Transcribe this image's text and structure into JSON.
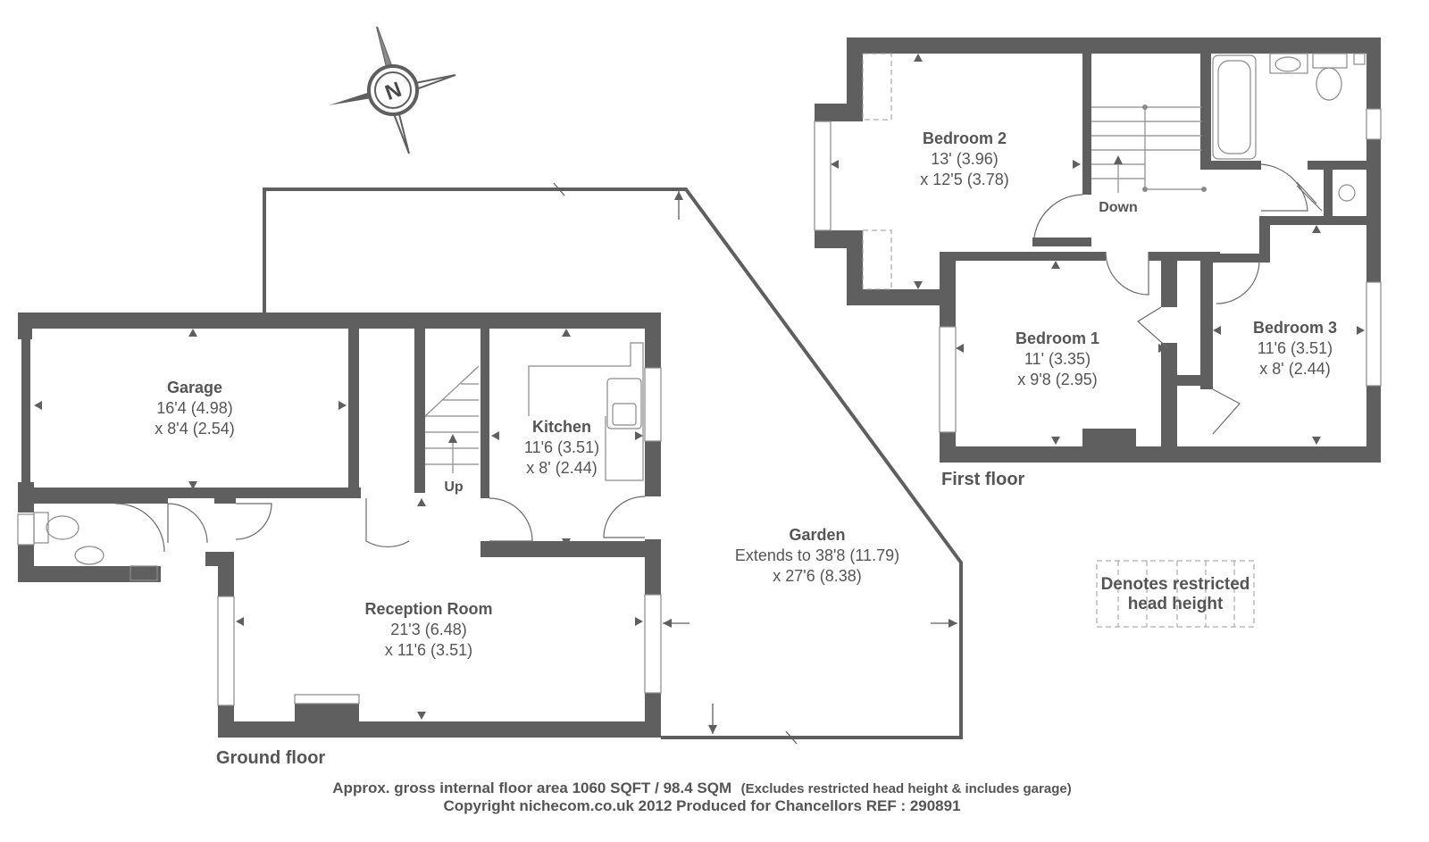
{
  "rooms": {
    "garage": {
      "name": "Garage",
      "dim1": "16'4 (4.98)",
      "dim2": "x 8'4 (2.54)"
    },
    "kitchen": {
      "name": "Kitchen",
      "dim1": "11'6 (3.51)",
      "dim2": "x 8' (2.44)"
    },
    "reception": {
      "name": "Reception Room",
      "dim1": "21'3 (6.48)",
      "dim2": "x 11'6 (3.51)"
    },
    "garden": {
      "name": "Garden",
      "dim1": "Extends to 38'8 (11.79)",
      "dim2": "x 27'6 (8.38)"
    },
    "bedroom2": {
      "name": "Bedroom 2",
      "dim1": "13' (3.96)",
      "dim2": "x 12'5 (3.78)"
    },
    "bedroom1": {
      "name": "Bedroom 1",
      "dim1": "11' (3.35)",
      "dim2": "x 9'8 (2.95)"
    },
    "bedroom3": {
      "name": "Bedroom 3",
      "dim1": "11'6 (3.51)",
      "dim2": "x 8' (2.44)"
    }
  },
  "stairs": {
    "up": "Up",
    "down": "Down"
  },
  "floors": {
    "ground": "Ground floor",
    "first": "First floor"
  },
  "compass": {
    "letter": "N"
  },
  "legend": {
    "line1": "Denotes restricted",
    "line2": "head height"
  },
  "footer": {
    "area": "Approx. gross internal floor area 1060 SQFT / 98.4 SQM",
    "area_note": "(Excludes restricted head height & includes garage)",
    "copyright": "Copyright nichecom.co.uk 2012 Produced for Chancellors REF : 290891"
  },
  "colors": {
    "wall": "#5f5f5f",
    "text": "#555555",
    "background": "#ffffff"
  }
}
